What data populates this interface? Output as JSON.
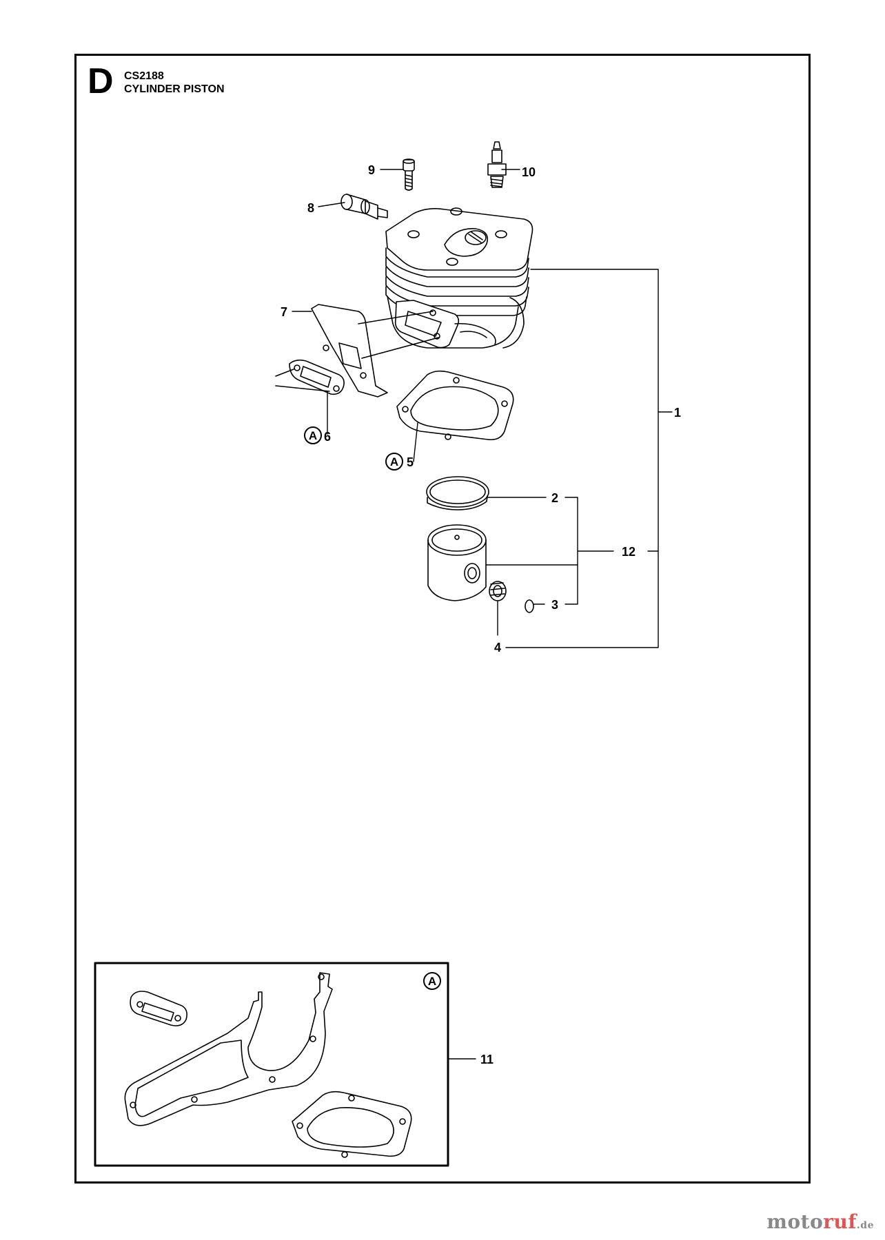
{
  "header": {
    "section": "D",
    "code": "CS2188",
    "title": "CYLINDER PISTON"
  },
  "callouts": {
    "p1": "1",
    "p2": "2",
    "p3": "3",
    "p4": "4",
    "p5": "5",
    "p6": "6",
    "p7": "7",
    "p8": "8",
    "p9": "9",
    "p10": "10",
    "p11": "11",
    "p12": "12"
  },
  "kit_marker": "A",
  "watermark": {
    "part1": "moto",
    "part2": "ruf",
    "part3": ".de"
  }
}
